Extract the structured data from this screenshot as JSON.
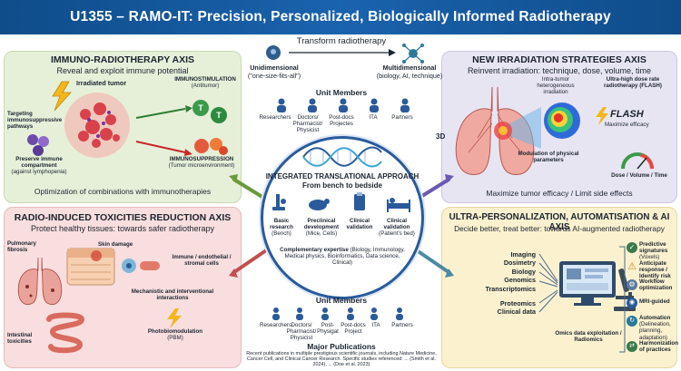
{
  "header": {
    "title": "U1355 – RAMO-IT: Precision, Personalized, Biologically Informed Radiotherapy"
  },
  "top_center": {
    "transform": "Transform radiotherapy",
    "unidimensional": "Unidimensional",
    "unidimensional_sub": "(\"one-size-fits-all\")",
    "multidimensional": "Multidimensional",
    "multidimensional_sub": "(biology, AI, technique)",
    "unit_members_title": "Unit Members",
    "members": [
      "Researchers",
      "Doctors/ Pharmacist/ Physicist",
      "Post-docs Projectes",
      "ITA",
      "Partners"
    ]
  },
  "immuno_axis": {
    "title": "IMMUNO-RADIOTHERAPY AXIS",
    "subtitle": "Reveal and exploit immune potential",
    "irradiated_tumor": "Irradiated tumor",
    "targeting": "Targeting immunosuppressive pathways",
    "preserve": "Preserve immune compartment",
    "preserve_sub": "(against lymphopenia)",
    "immunostimulation": "IMMUNOSTIMULATION",
    "immunostimulation_sub": "(Antitumor)",
    "immunosuppression": "IMMUNOSUPPRESSION",
    "immunosuppression_sub": "(Tumor microenvironment)",
    "footer": "Optimization of combinations with immunotherapies",
    "cell_labels": [
      "T",
      "T"
    ]
  },
  "irradiation_axis": {
    "title": "NEW IRRADIATION STRATEGIES AXIS",
    "subtitle": "Reinvent irradiation: technique, dose, volume, time",
    "intra_tumor": "Intra-tumor heterogeneous irradiation",
    "flash_desc": "Ultra-high dose rate radiotherapy (FLASH)",
    "flash": "FLASH",
    "flash_sub": "Maximize efficacy",
    "three_d": "3D",
    "modulation": "Modulation of physical parameters",
    "dose": "Dose / Volume / Time",
    "footer": "Maximize tumor efficacy / Limit side effects"
  },
  "center": {
    "title": "INTEGRATED TRANSLATIONAL APPROACH",
    "subtitle": "From bench to bedside",
    "steps": [
      {
        "label": "Basic research",
        "sub": "(Bench)"
      },
      {
        "label": "Preclinical development",
        "sub": "(Mice, Cells)"
      },
      {
        "label": "Clinical validation",
        "sub": ""
      },
      {
        "label": "Clinical validation",
        "sub": "(Patient's bed)"
      }
    ],
    "expertise_title": "Complementary expertise",
    "expertise": "(Biology, Immunology, Medical physics, Bioinformatics, Data science, Clinical)"
  },
  "toxicity_axis": {
    "title": "RADIO-INDUCED TOXICITIES REDUCTION AXIS",
    "subtitle": "Protect healthy tissues: towards safer radiotherapy",
    "pulmonary": "Pulmonary fibrosis",
    "skin": "Skin damage",
    "intestinal": "Intestinal toxicities",
    "immune": "Immune / endothelial / stromal cells",
    "mechanistic": "Mechanistic and interventional interactions",
    "photobio": "Photobiomodulation",
    "photobio_sub": "(PBM)"
  },
  "bottom_center": {
    "unit_members_title": "Unit Members",
    "members": [
      "Researchers",
      "Doctors/ Pharmacist/ Physicist",
      "Post- Physigat",
      "Post-docs Project",
      "ITA",
      "Partners"
    ],
    "publications_title": "Major Publications",
    "publications": "Recent publications in multiple prestigious scientific journals, including Nature Medicine, Cancer Cell, and Clinical Cancer Research. Specific studies referenced: ... (Smith et al. 2024), ... (Doe et al. 2023)"
  },
  "ai_axis": {
    "title": "ULTRA-PERSONALIZATION, AUTOMATISATION & AI AXIS",
    "subtitle": "Decide better, treat better: towards AI-augmented radiotherapy",
    "inputs": [
      "Imaging",
      "Dosimetry",
      "Biology",
      "Genomics",
      "Transcriptomics",
      "Proteomics",
      "Clinical data"
    ],
    "omics": "Omics data exploitation / Radiomics",
    "outputs": [
      {
        "label": "Predictive signatures",
        "sub": "(Voxels)"
      },
      {
        "label": "Anticipate response / Identify risk",
        "sub": ""
      },
      {
        "label": "Workflow optimization",
        "sub": ""
      },
      {
        "label": "MRI-guided",
        "sub": ""
      },
      {
        "label": "Automation",
        "sub": "(Delineation, planning, adaptation)"
      },
      {
        "label": "Harmonization of practices",
        "sub": ""
      }
    ]
  },
  "colors": {
    "banner": "#1a63ad",
    "immuno_panel": "#e6f0d9",
    "irradiation_panel": "#e8e5f3",
    "toxicity_panel": "#f8dede",
    "ai_panel": "#fbf1cf",
    "center_ring": "#2a5a9b"
  }
}
